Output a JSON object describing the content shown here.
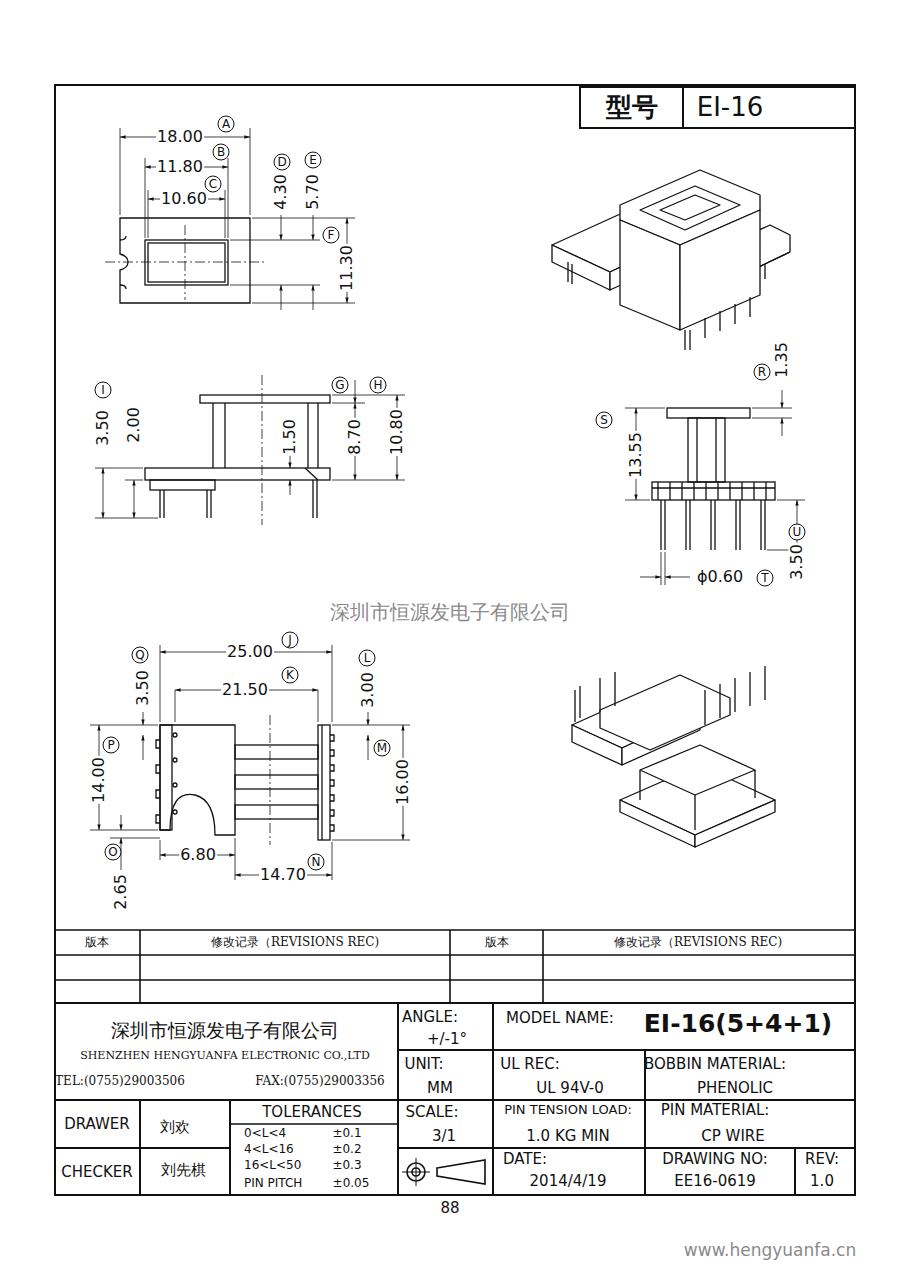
{
  "diagram": {
    "labels": [
      "型号",
      "EI-16",
      "18.00",
      "A",
      "11.80",
      "B",
      "C",
      "10.60",
      "4.30",
      "D",
      "5.70",
      "E",
      "F",
      "11.30",
      "I",
      "3.50",
      "2.00",
      "1.50",
      "G",
      "H",
      "8.70",
      "10.80",
      "R",
      "1.35",
      "S",
      "13.55",
      "U",
      "3.50",
      "ϕ0.60",
      "T",
      "深圳市恒源发电子有限公司",
      "25.00",
      "J",
      "Q",
      "3.50",
      "L",
      "21.50",
      "K",
      "3.00",
      "P",
      "14.00",
      "M",
      "16.00",
      "O",
      "2.65",
      "6.80",
      "N",
      "14.70",
      "版本",
      "修改记录（REVISIONS REC)",
      "版本",
      "修改记录（REVISIONS REC)",
      "深圳市恒源发电子有限公司",
      "SHENZHEN HENGYUANFA ELECTRONIC CO.,LTD",
      "TEL:(0755)29003506",
      "FAX:(0755)29003356",
      "ANGLE:",
      "+/-1°",
      "MODEL NAME:",
      "EI-16(5+4+1)",
      "UNIT:",
      "MM",
      "UL REC:",
      "UL 94V-0",
      "BOBBIN MATERIAL:",
      "PHENOLIC",
      "DRAWER",
      "刘欢",
      "TOLERANCES",
      "0<L<4",
      "±0.1",
      "4<L<16",
      "±0.2",
      "16<L<50",
      "±0.3",
      "PIN PITCH",
      "±0.05",
      "SCALE:",
      "3/1",
      "PIN TENSION LOAD:",
      "1.0 KG MIN",
      "PIN MATERIAL:",
      "CP WIRE",
      "CHECKER",
      "刘先棋",
      "DATE:",
      "2014/4/19",
      "DRAWING NO:",
      "EE16-0619",
      "REV:",
      "1.0",
      "88",
      "www.hengyuanfa.cn"
    ]
  }
}
